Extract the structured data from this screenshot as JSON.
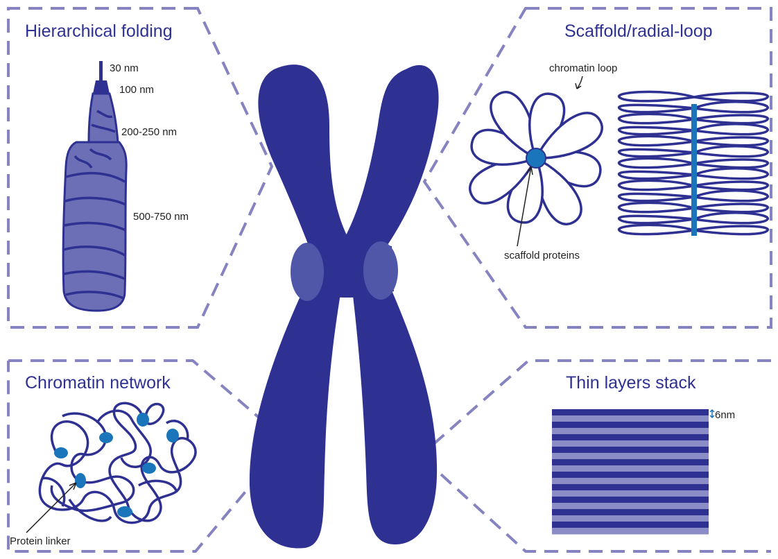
{
  "panels": {
    "hierarchical": {
      "title": "Hierarchical folding",
      "labels": [
        "30 nm",
        "100 nm",
        "200-250 nm",
        "500-750 nm"
      ]
    },
    "scaffold": {
      "title": "Scaffold/radial-loop",
      "loop_label": "chromatin loop",
      "scaffold_label": "scaffold proteins"
    },
    "network": {
      "title": "Chromatin network",
      "linker_label": "Protein linker"
    },
    "layers": {
      "title": "Thin layers stack",
      "thickness_label": "6nm",
      "dark_band_count": 10
    }
  },
  "colors": {
    "chromosome": "#2e3192",
    "centromere": "#5157a8",
    "frame": "#8583c0",
    "protein": "#1b75bb",
    "fold_fill": "#6c6fb6",
    "light_band": "#8b8dc6",
    "title_text": "#2e3192"
  }
}
